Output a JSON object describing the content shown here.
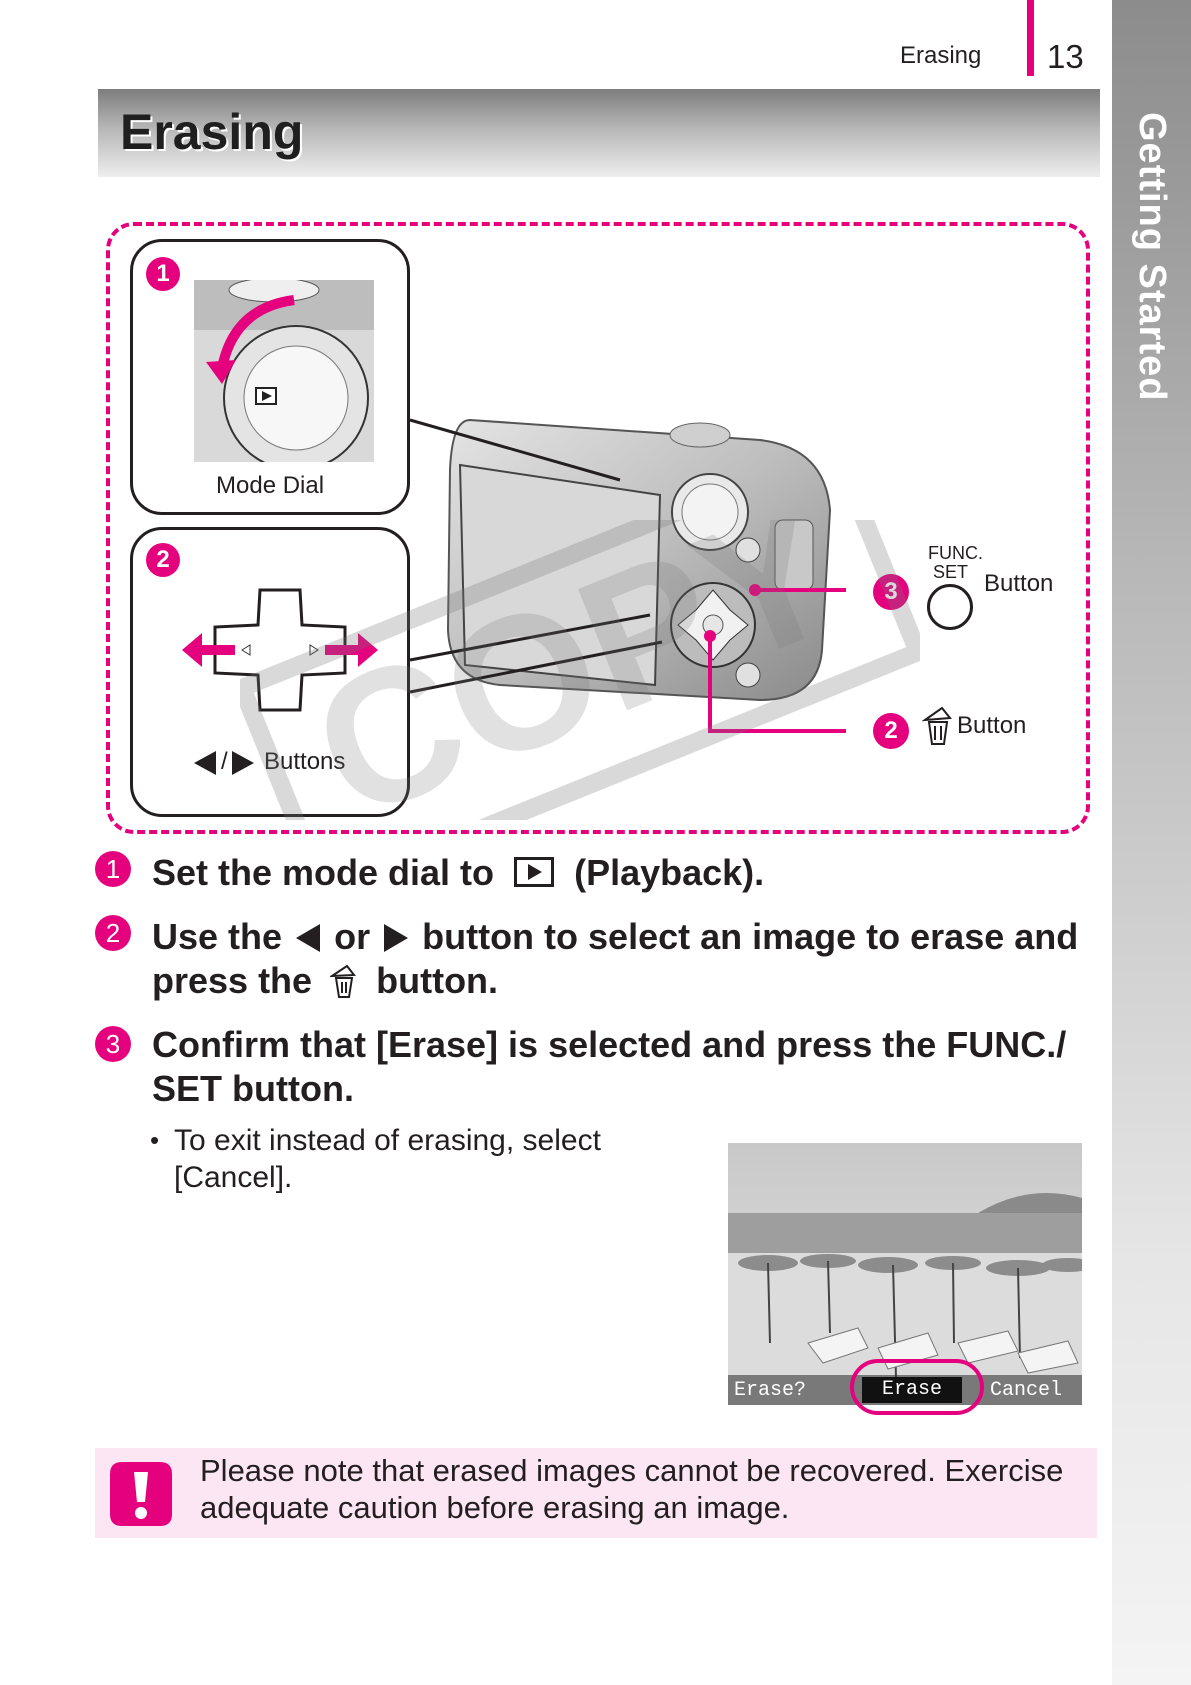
{
  "header": {
    "section": "Erasing",
    "page_number": "13"
  },
  "side_tab": {
    "label": "Getting Started"
  },
  "title": "Erasing",
  "illustration": {
    "panel1": {
      "badge": "1",
      "caption": "Mode Dial"
    },
    "panel2": {
      "badge": "2",
      "caption": "Buttons",
      "caption_prefix": "/"
    },
    "callout_func": {
      "badge": "3",
      "func_top": "FUNC.",
      "func_bottom": "SET",
      "caption": "Button"
    },
    "callout_erase": {
      "badge": "2",
      "caption": "Button"
    }
  },
  "steps": [
    {
      "num": "1",
      "line1a": "Set the mode dial to",
      "line1b": "(Playback)."
    },
    {
      "num": "2",
      "line1a": "Use the",
      "line1b": "or",
      "line1c": "button to select an image to erase and",
      "line2a": "press the",
      "line2b": "button."
    },
    {
      "num": "3",
      "line1": "Confirm that [Erase] is selected and press the FUNC./",
      "line2": "SET button."
    }
  ],
  "note": {
    "bullet": "•",
    "line1": "To exit instead of erasing, select",
    "line2": "[Cancel]."
  },
  "screen": {
    "prompt": "Erase?",
    "erase": "Erase",
    "cancel": "Cancel"
  },
  "caution": {
    "line1": "Please note that erased images cannot be recovered. Exercise",
    "line2": "adequate caution before erasing an image."
  },
  "watermark": "COPY",
  "colors": {
    "accent": "#e5007e",
    "caution_bg": "#fde6f3"
  }
}
